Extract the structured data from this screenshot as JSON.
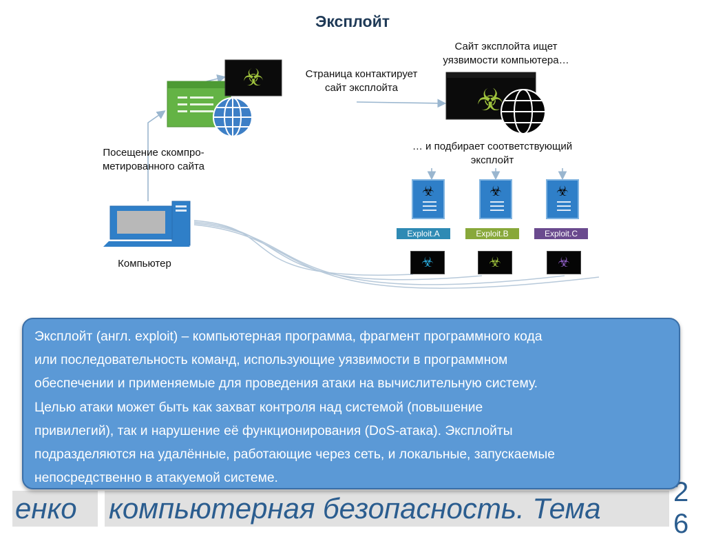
{
  "title": "Эксплойт",
  "labels": {
    "visit": [
      "Посещение скомпро-",
      "метированного сайта"
    ],
    "computer": "Компьютер",
    "page_contacts": [
      "Страница контактирует",
      "сайт эксплойта"
    ],
    "site_searches": [
      "Сайт эксплойта ищет",
      "уязвимости компьютера…"
    ],
    "selects": [
      "… и подбирает соответствующий",
      "эксплойт"
    ]
  },
  "exploits": [
    {
      "label": "Exploit.A",
      "color": "#2e8ab4",
      "payload_color": "#2aa7d8"
    },
    {
      "label": "Exploit.B",
      "color": "#88a83a",
      "payload_color": "#9fc23d"
    },
    {
      "label": "Exploit.C",
      "color": "#6a4a8e",
      "payload_color": "#8b5cc0"
    }
  ],
  "icons": {
    "biohazard": "☣",
    "globe": "globe-icon",
    "computer": "computer-icon",
    "browser": "browser-window-icon"
  },
  "definition": [
    "Эксплойт (англ. exploit) – компьютерная программа, фрагмент программного кода",
    "или последовательность команд, использующие уязвимости в программном",
    "обеспечении и применяемые для проведения атаки на вычислительную систему.",
    "Целью атаки может быть как захват контроля над системой (повышение",
    "привилегий), так и нарушение её функционирования (DoS-атака). Эксплойты",
    "подразделяются на удалённые, работающие через сеть, и локальные, запускаемые",
    "непосредственно в атакуемой системе."
  ],
  "footer": {
    "left": "енко",
    "main": "компьютерная безопасность. Тема",
    "page_top": "2",
    "page_bottom": "6"
  },
  "colors": {
    "title": "#1f3a57",
    "definition_bg": "#5b99d6",
    "footer_text": "#2b5d8f",
    "arrow": "#9ab6cf"
  }
}
